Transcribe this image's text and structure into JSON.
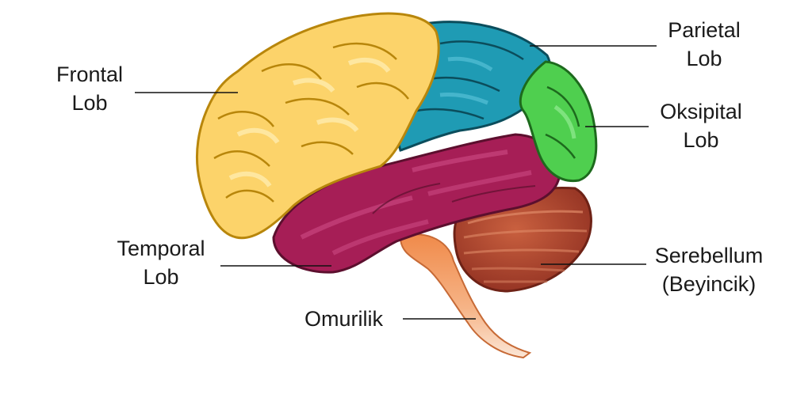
{
  "labels": {
    "frontal": {
      "line1": "Frontal",
      "line2": "Lob"
    },
    "parietal": {
      "line1": "Parietal",
      "line2": "Lob"
    },
    "oksipital": {
      "line1": "Oksipital",
      "line2": "Lob"
    },
    "temporal": {
      "line1": "Temporal",
      "line2": "Lob"
    },
    "serebellum": {
      "line1": "Serebellum",
      "line2": "(Beyincik)"
    },
    "omurilik": {
      "line1": "Omurilik"
    }
  },
  "colors": {
    "frontal": "#fcd36a",
    "parietal": "#1f9bb4",
    "oksipital": "#4fcf4f",
    "temporal": "#a61e56",
    "serebellum": "#b54a33",
    "brainstem": "#f29a5a"
  }
}
